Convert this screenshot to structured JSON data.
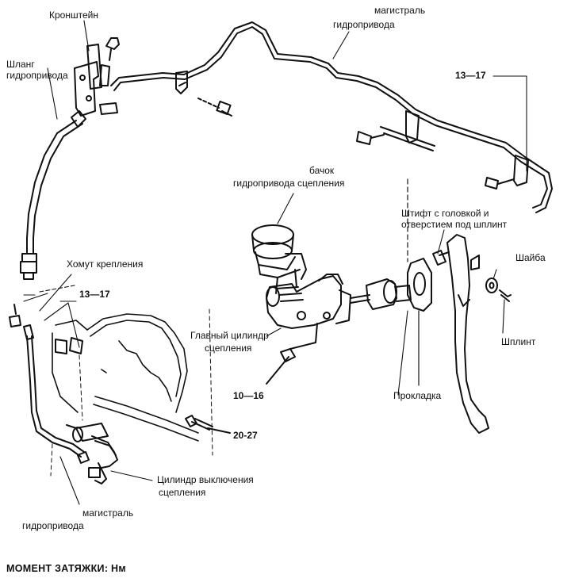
{
  "labels": {
    "bracket": "Кронштейн",
    "hose_line1": "Шланг",
    "hose_line2": "гидропривода",
    "pipe_top_line1": "магистраль",
    "pipe_top_line2": "гидропривода",
    "torque_top_right": "13—17",
    "reservoir_line1": "бачок",
    "reservoir_line2": "гидропривода сцепления",
    "pin_line1": "Штифт с головкой и",
    "pin_line2": "отверстием под шплинт",
    "washer": "Шайба",
    "clamp": "Хомут крепления",
    "torque_left": "13—17",
    "master_line1": "Главный цилиндр",
    "master_line2": "сцепления",
    "split_pin": "Шплинт",
    "torque_master": "10—16",
    "gasket": "Прокладка",
    "torque_bolt": "20-27",
    "slave_line1": "Цилиндр выключения",
    "slave_line2": "сцепления",
    "pipe_bottom_line1": "магистраль",
    "pipe_bottom_line2": "гидропривода"
  },
  "footer": {
    "text": "МОМЕНТ ЗАТЯЖКИ: Нм"
  }
}
